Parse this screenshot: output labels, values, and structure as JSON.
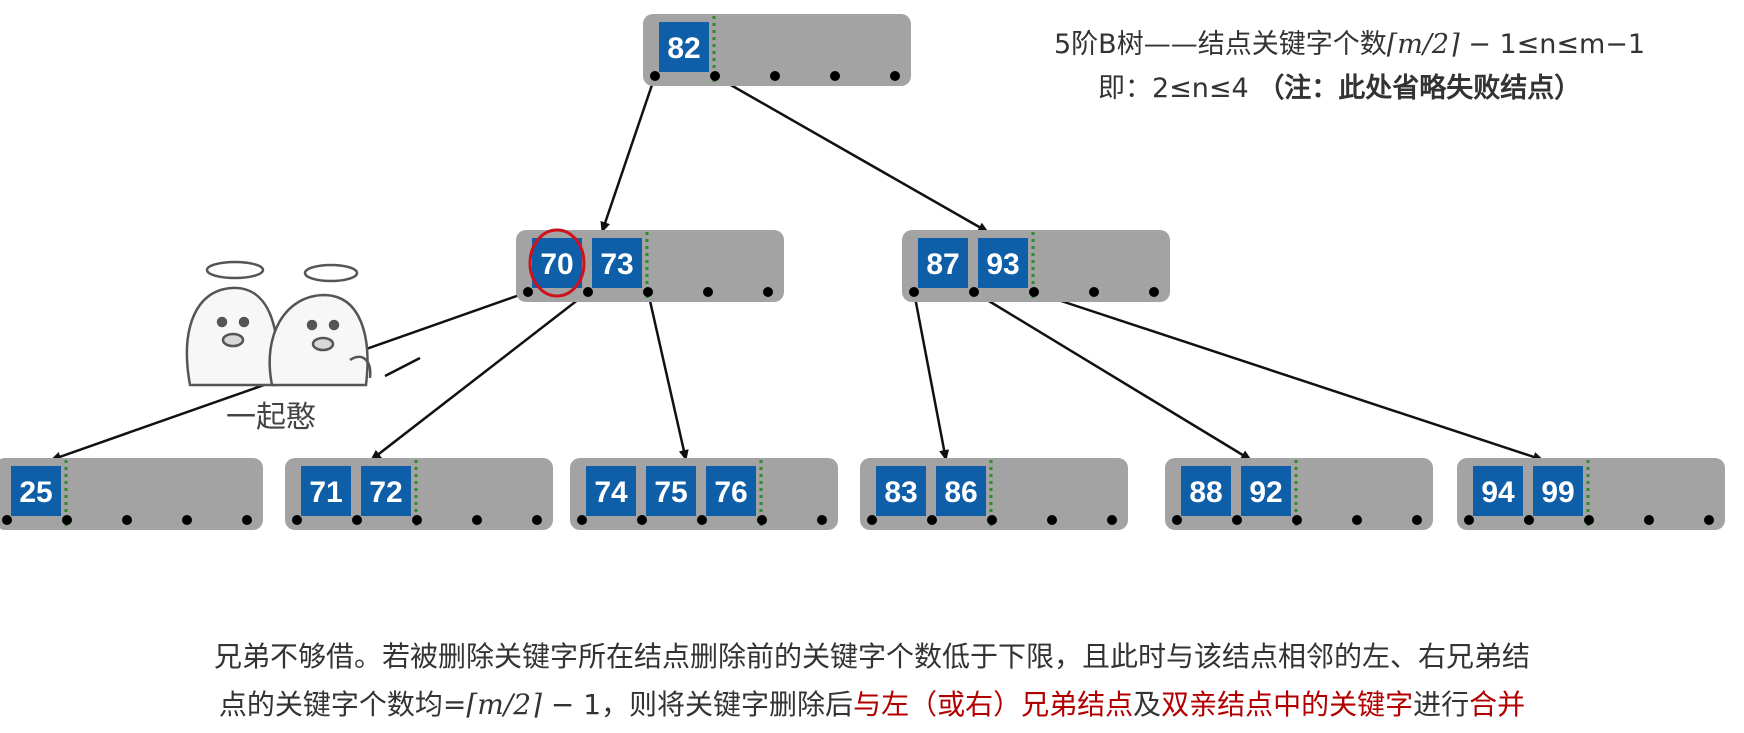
{
  "colors": {
    "node_fill": "#a3a3a3",
    "key_fill": "#0f5fa8",
    "key_text": "#ffffff",
    "separator": "#2e8b2e",
    "edge": "#111111",
    "highlight": "#d0101a",
    "emphasis_text": "#b20000"
  },
  "nodes": [
    {
      "id": "root",
      "keys": [
        "82"
      ]
    },
    {
      "id": "l1-left",
      "keys": [
        "70",
        "73"
      ]
    },
    {
      "id": "l1-right",
      "keys": [
        "87",
        "93"
      ]
    },
    {
      "id": "leaf-1",
      "keys": [
        "25"
      ]
    },
    {
      "id": "leaf-2",
      "keys": [
        "71",
        "72"
      ]
    },
    {
      "id": "leaf-3",
      "keys": [
        "74",
        "75",
        "76"
      ]
    },
    {
      "id": "leaf-4",
      "keys": [
        "83",
        "86"
      ]
    },
    {
      "id": "leaf-5",
      "keys": [
        "88",
        "92"
      ]
    },
    {
      "id": "leaf-6",
      "keys": [
        "94",
        "99"
      ]
    }
  ],
  "edges": [
    {
      "from": "root",
      "pointer": 0,
      "to": "l1-left"
    },
    {
      "from": "root",
      "pointer": 1,
      "to": "l1-right"
    },
    {
      "from": "l1-left",
      "pointer": 0,
      "to": "leaf-1"
    },
    {
      "from": "l1-left",
      "pointer": 1,
      "to": "leaf-2"
    },
    {
      "from": "l1-left",
      "pointer": 2,
      "to": "leaf-3"
    },
    {
      "from": "l1-right",
      "pointer": 0,
      "to": "leaf-4"
    },
    {
      "from": "l1-right",
      "pointer": 1,
      "to": "leaf-5"
    },
    {
      "from": "l1-right",
      "pointer": 2,
      "to": "leaf-6"
    }
  ],
  "highlighted_key": {
    "node": "l1-left",
    "key_index": 0
  },
  "note": {
    "line1_prefix": "5阶B树——结点关键字个数",
    "line1_ceil": "⌈m/2⌉",
    "line1_suffix": " − 1≤n≤m−1",
    "line2_plain": "即：2≤n≤4 ",
    "line2_bold": "（注：此处省略失败结点）"
  },
  "meme": {
    "label": "一起憨"
  },
  "caption": {
    "line1": "兄弟不够借。若被删除关键字所在结点删除前的关键字个数低于下限，且此时与该结点相邻的左、右兄弟结",
    "line2_a": "点的关键字个数均=",
    "line2_ceil": "⌈m/2⌉",
    "line2_b": " − 1，则将关键字删除后",
    "line2_red1": "与左（或右）兄弟结点",
    "line2_c": "及",
    "line2_red2": "双亲结点中的关键字",
    "line2_d": "进行",
    "line2_red3": "合并"
  }
}
